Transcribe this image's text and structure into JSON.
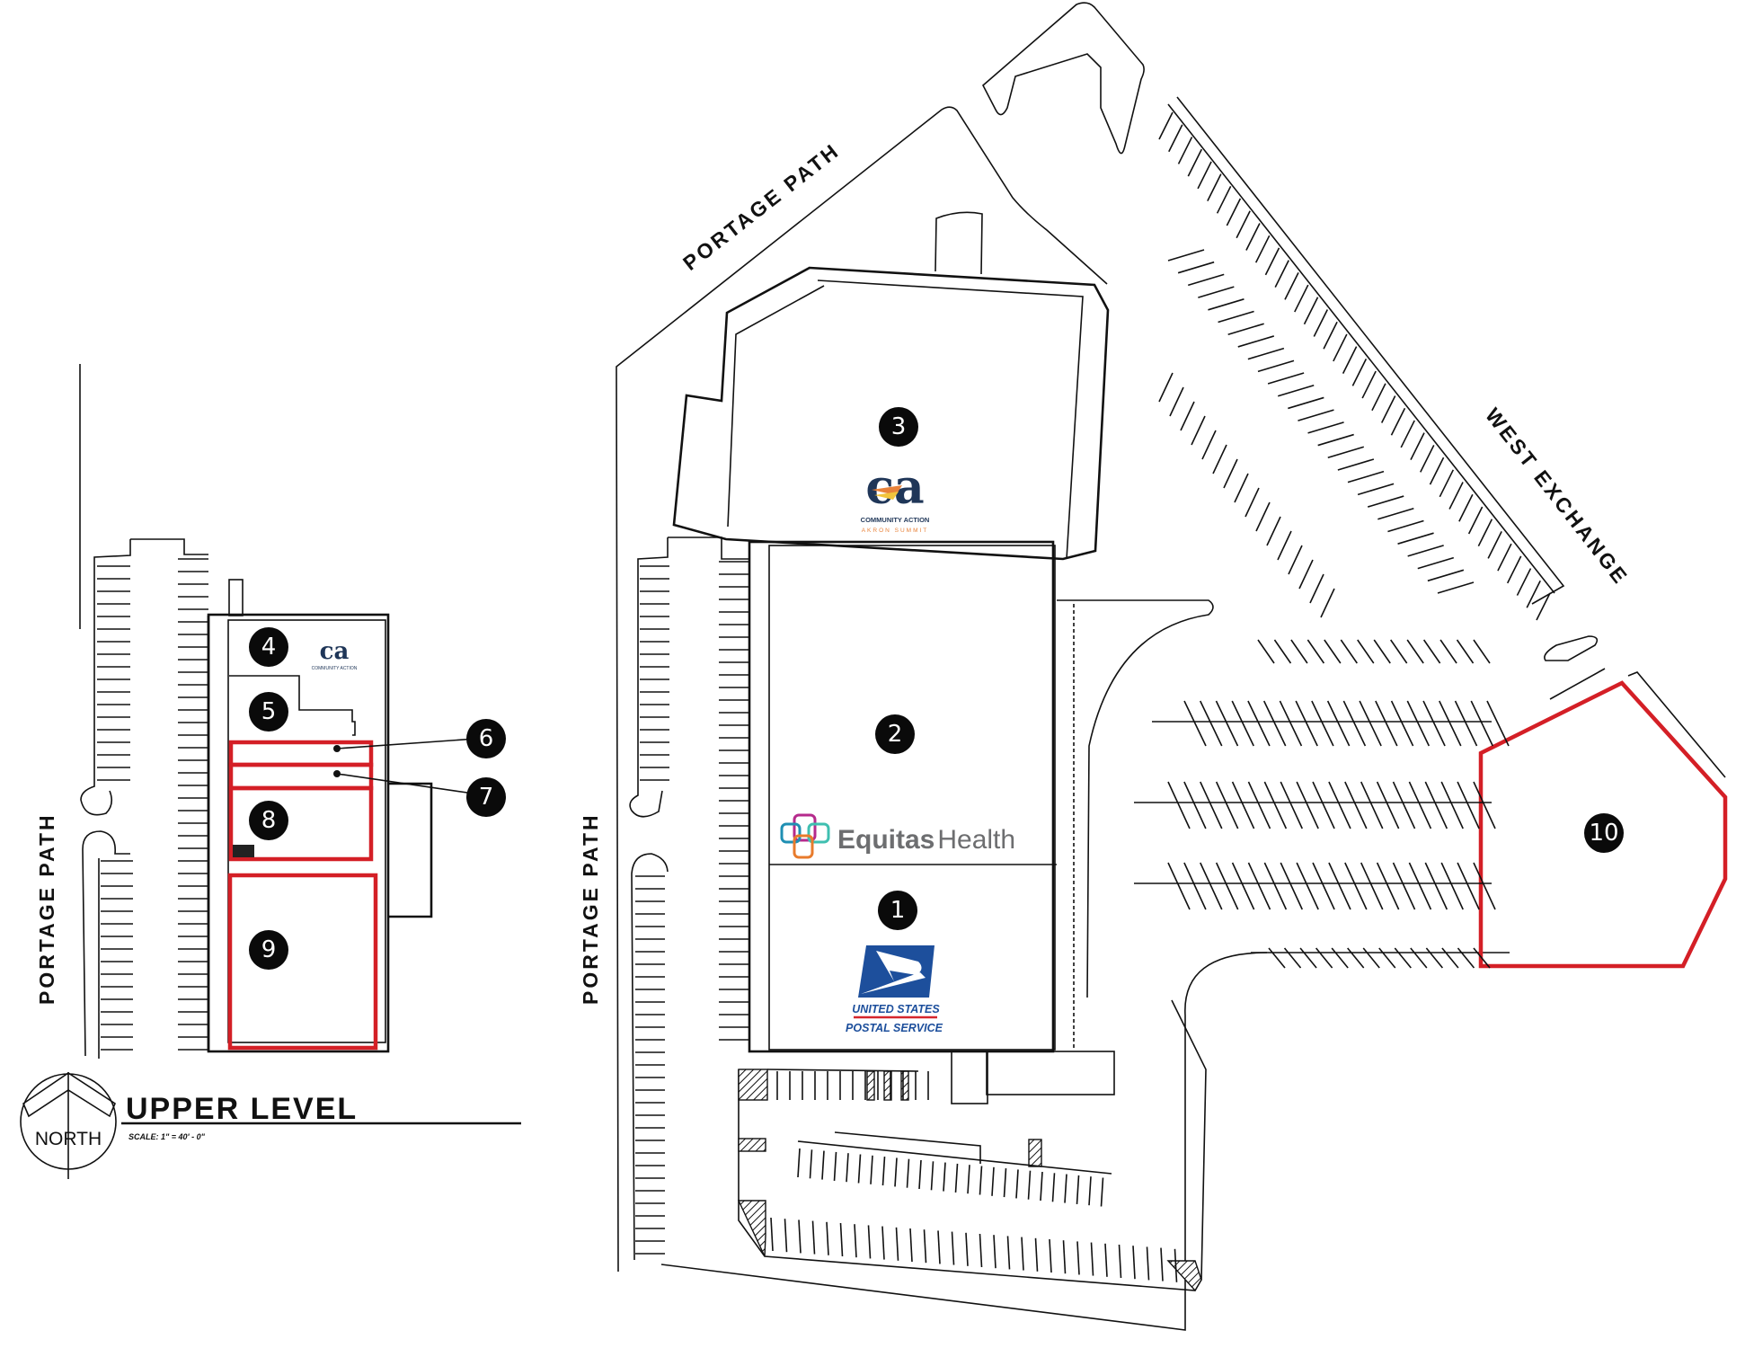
{
  "title": {
    "level_label": "UPPER LEVEL",
    "scale_label": "SCALE: 1\" = 40' - 0\"",
    "north_label": "NORTH"
  },
  "streets": {
    "portage_path_top": "PORTAGE PATH",
    "portage_path_center": "PORTAGE PATH",
    "portage_path_left": "PORTAGE PATH",
    "west_exchange": "WEST EXCHANGE"
  },
  "suites": [
    {
      "number": "1",
      "tenant": "United States Postal Service",
      "highlighted": false
    },
    {
      "number": "2",
      "tenant": "Equitas Health",
      "highlighted": false
    },
    {
      "number": "3",
      "tenant": "Community Action Akron Summit",
      "highlighted": false
    },
    {
      "number": "4",
      "tenant": "Community Action Akron Summit",
      "highlighted": false
    },
    {
      "number": "5",
      "tenant": "",
      "highlighted": false
    },
    {
      "number": "6",
      "tenant": "",
      "highlighted": true
    },
    {
      "number": "7",
      "tenant": "",
      "highlighted": true
    },
    {
      "number": "8",
      "tenant": "",
      "highlighted": true
    },
    {
      "number": "9",
      "tenant": "",
      "highlighted": true
    },
    {
      "number": "10",
      "tenant": "",
      "highlighted": true
    }
  ],
  "logos": {
    "community_action": {
      "mark": "ca",
      "line1": "COMMUNITY ACTION",
      "line2": "AKRON SUMMIT"
    },
    "equitas": {
      "word1": "Equitas",
      "word2": "Health"
    },
    "usps": {
      "line1": "UNITED STATES",
      "line2": "POSTAL SERVICE"
    }
  },
  "colors": {
    "available_outline": "#d41f26",
    "marker_fill": "#0a0a0a",
    "ca_navy": "#1f3658",
    "ca_orange": "#e8823a",
    "equitas_gray": "#6d6e70",
    "usps_blue": "#1d4f9c",
    "usps_red": "#d6262c"
  }
}
